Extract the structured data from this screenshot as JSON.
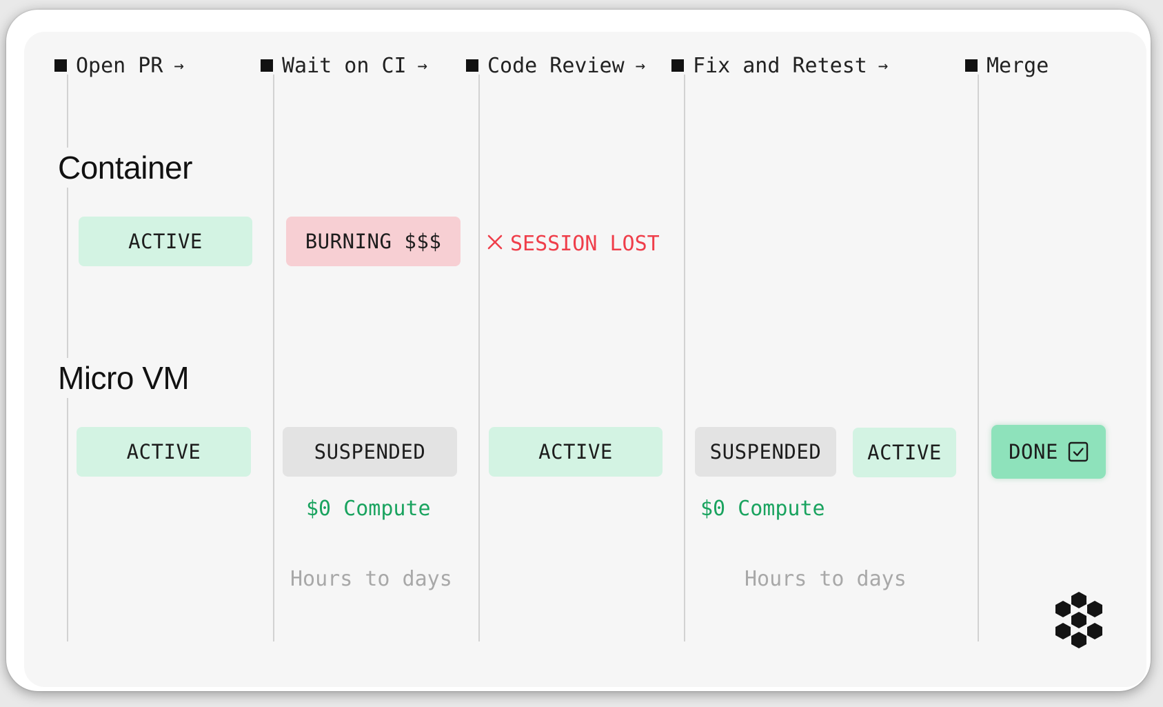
{
  "stages": [
    {
      "label": "Open PR",
      "arrow": "→"
    },
    {
      "label": "Wait on CI",
      "arrow": "→"
    },
    {
      "label": "Code Review",
      "arrow": "→"
    },
    {
      "label": "Fix and Retest",
      "arrow": "→"
    },
    {
      "label": "Merge",
      "arrow": ""
    }
  ],
  "container": {
    "label": "Container",
    "open_pr": "ACTIVE",
    "wait_ci": "BURNING $$$",
    "code_review": "SESSION LOST"
  },
  "microvm": {
    "label": "Micro VM",
    "open_pr": "ACTIVE",
    "wait_ci": "SUSPENDED",
    "wait_ci_cost": "$0 Compute",
    "code_review": "ACTIVE",
    "fix_suspended": "SUSPENDED",
    "fix_cost": "$0 Compute",
    "fix_active": "ACTIVE",
    "merge": "DONE"
  },
  "durations": {
    "wait_ci": "Hours to days",
    "fix": "Hours to days"
  },
  "colors": {
    "active_bg": "#d3f3e3",
    "burning_bg": "#f7cfd3",
    "suspended_bg": "#e3e3e3",
    "done_bg": "#8ee2bb",
    "lost_red": "#ef3e4a",
    "compute_green": "#1aa35f"
  },
  "icons": [
    "x-icon",
    "checkbox-icon",
    "hexagon-cluster-logo-icon"
  ]
}
